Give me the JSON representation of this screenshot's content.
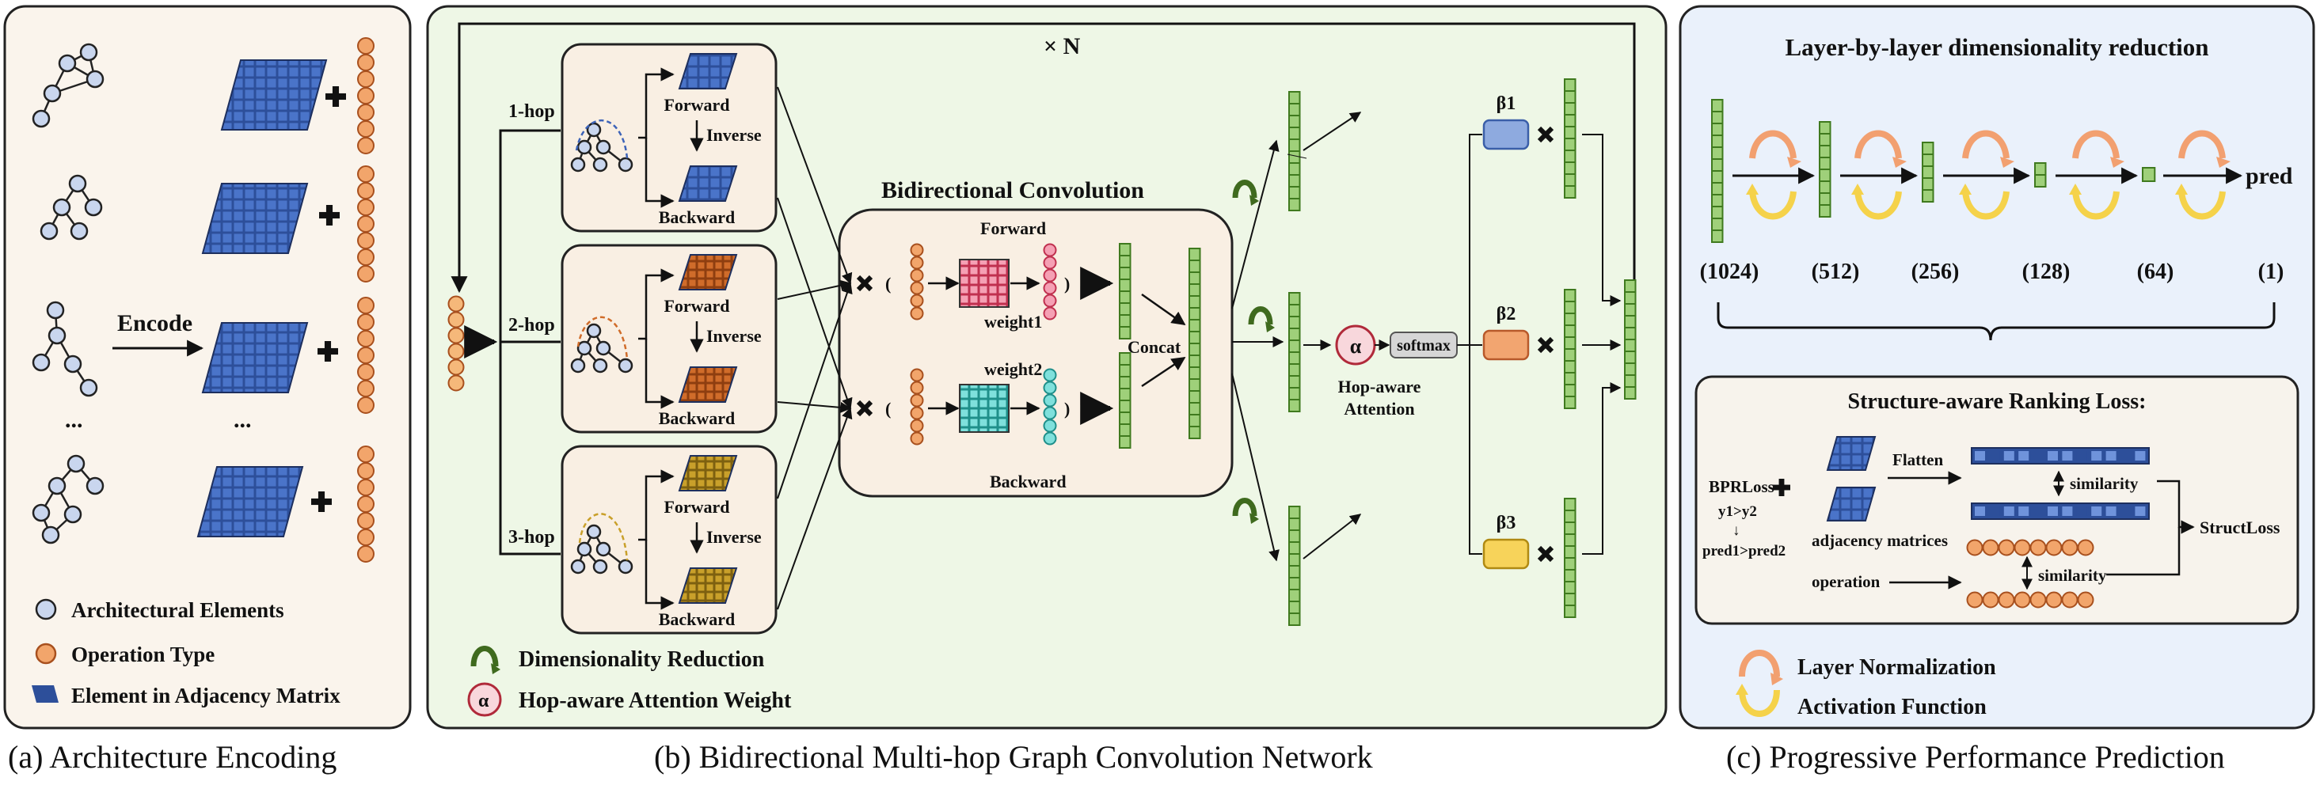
{
  "panel_a": {
    "title": "(a) Architecture Encoding",
    "encode_label": "Encode",
    "ellipsis_graph": "...",
    "ellipsis_matrix": "...",
    "legend": {
      "elements": "Architectural Elements",
      "operation": "Operation Type",
      "adjacency": "Element in Adjacency Matrix"
    }
  },
  "panel_b": {
    "title": "(b) Bidirectional Multi-hop Graph Convolution Network",
    "repeat_label": "× N",
    "hops": [
      "1-hop",
      "2-hop",
      "3-hop"
    ],
    "forward": "Forward",
    "backward": "Backward",
    "inverse": "Inverse",
    "bidir_title": "Bidirectional Convolution",
    "weight1": "weight1",
    "weight2": "weight2",
    "concat": "Concat",
    "alpha": "α",
    "softmax": "softmax",
    "hop_attention": [
      "Hop-aware",
      "Attention"
    ],
    "betas": [
      "β1",
      "β2",
      "β3"
    ],
    "legend": {
      "dim_reduction": "Dimensionality Reduction",
      "hop_weight": "Hop-aware Attention Weight"
    }
  },
  "panel_c": {
    "title": "(c) Progressive Performance Prediction",
    "header": "Layer-by-layer dimensionality reduction",
    "dims": [
      "(1024)",
      "(512)",
      "(256)",
      "(128)",
      "(64)",
      "(1)"
    ],
    "pred": "pred",
    "loss_title": "Structure-aware Ranking Loss:",
    "bpr": "BPRLoss",
    "y_order": "y1>y2",
    "down_arrow": "↓",
    "pred_order": "pred1>pred2",
    "flatten": "Flatten",
    "adjacency_matrices": "adjacency matrices",
    "operation": "operation",
    "similarity": "similarity",
    "struct_loss": "StructLoss",
    "legend": {
      "layer_norm": "Layer Normalization",
      "activation": "Activation Function"
    }
  },
  "colors": {
    "panel_a_bg": "#faf4ec",
    "panel_b_bg": "#eef7e6",
    "panel_c_bg": "#eaf1fb",
    "matrix_blue": "#3d63b8",
    "node_fill": "#c9d6ee",
    "op_orange": "#f2a56b",
    "vec_green": "#9fd07a",
    "forward_red": "#e85a7a",
    "backward_teal": "#3cc6c0",
    "beta1": "#8eaadf",
    "beta2": "#f2a570",
    "beta3": "#f7d35a",
    "matrix_brown": "#b5571c",
    "matrix_olive": "#a8841a"
  }
}
